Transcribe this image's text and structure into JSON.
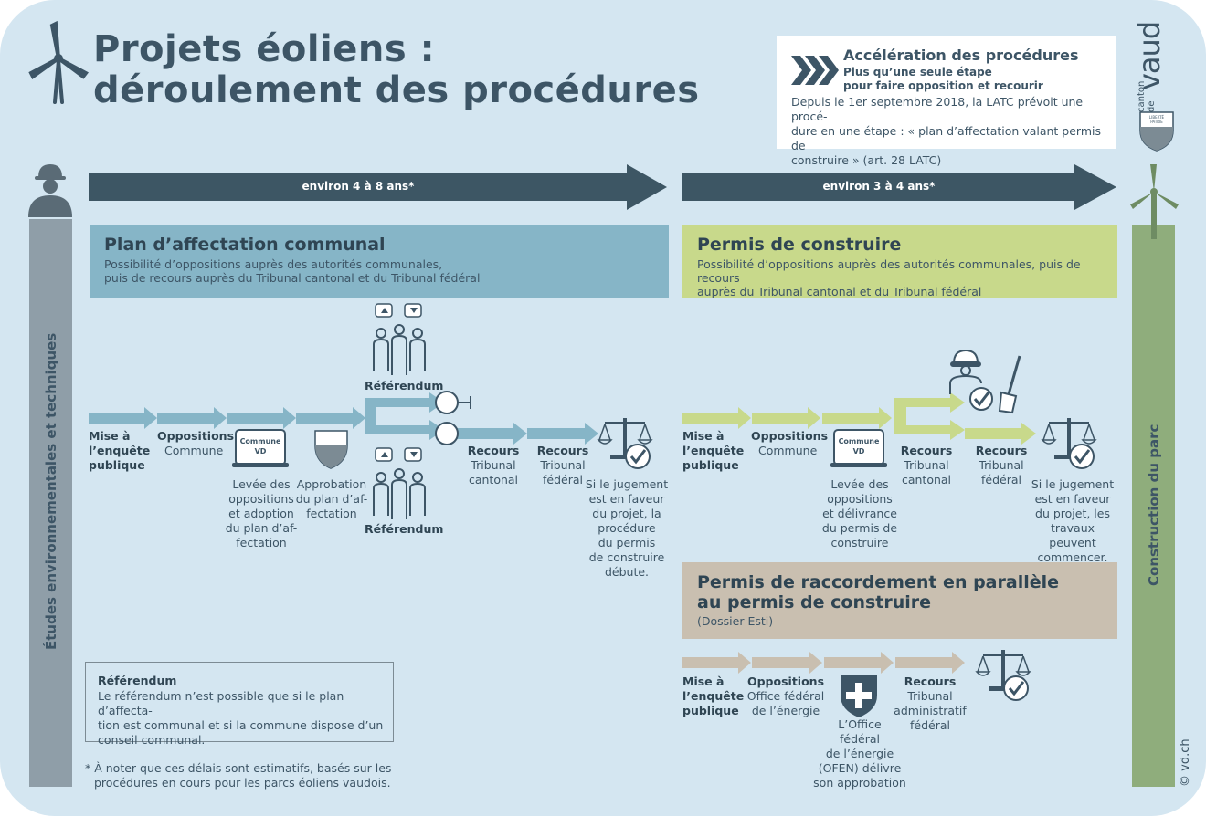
{
  "title": {
    "line1": "Projets éoliens :",
    "line2": "déroulement des procédures"
  },
  "accel": {
    "heading": "Accélération des procédures",
    "sub1": "Plus qu’une seule étape",
    "sub2": "pour faire opposition et recourir",
    "body1": "Depuis le 1er septembre 2018, la LATC prévoit une procé-",
    "body2": "dure en une étape : « plan d’affectation valant permis de",
    "body3": "construire » (art. 28 LATC)"
  },
  "brand": {
    "line1": "canton de",
    "line2": "vaud"
  },
  "timeline": {
    "left": "environ 4 à 8 ans*",
    "right": "environ 3 à 4 ans*"
  },
  "side": {
    "left": "Études environnementales et techniques",
    "right": "Construction du parc"
  },
  "plan": {
    "title": "Plan d’affectation communal",
    "desc1": "Possibilité d’oppositions auprès des autorités communales,",
    "desc2": "puis de recours auprès du Tribunal cantonal et du Tribunal fédéral"
  },
  "permis": {
    "title": "Permis de construire",
    "desc1": "Possibilité d’oppositions auprès des autorités communales, puis de recours",
    "desc2": "auprès du Tribunal cantonal et du Tribunal fédéral"
  },
  "raccord": {
    "title1": "Permis de raccordement en parallèle",
    "title2": "au permis de construire",
    "desc": "(Dossier Esti)"
  },
  "commune_icon": {
    "l1": "Commune",
    "l2": "VD"
  },
  "labels_plan": {
    "mise": [
      "Mise à",
      "l’enquête",
      "publique"
    ],
    "opp_b": "Oppositions",
    "opp": "Commune",
    "levee": [
      "Levée des",
      "oppositions",
      "et adoption",
      "du plan d’af-",
      "fectation"
    ],
    "appro": [
      "Approbation",
      "du plan d’af-",
      "fectation"
    ],
    "ref_top": "Référendum",
    "ref_bot": "Référendum",
    "rtc_b": "Recours",
    "rtc": [
      "Tribunal",
      "cantonal"
    ],
    "rtf_b": "Recours",
    "rtf": [
      "Tribunal",
      "fédéral"
    ],
    "juge": [
      "Si le jugement",
      "est en faveur",
      "du projet, la",
      "procédure",
      "du permis",
      "de construire",
      "débute."
    ]
  },
  "labels_permis": {
    "mise": [
      "Mise à",
      "l’enquête",
      "publique"
    ],
    "opp_b": "Oppositions",
    "opp": "Commune",
    "levee": [
      "Levée des",
      "oppositions",
      "et délivrance",
      "du permis de",
      "construire"
    ],
    "rtc_b": "Recours",
    "rtc": [
      "Tribunal",
      "cantonal"
    ],
    "rtf_b": "Recours",
    "rtf": [
      "Tribunal",
      "fédéral"
    ],
    "juge": [
      "Si le jugement",
      "est en faveur",
      "du projet, les",
      "travaux peuvent",
      "commencer."
    ]
  },
  "labels_raccord": {
    "mise": [
      "Mise à",
      "l’enquête",
      "publique"
    ],
    "opp_b": "Oppositions",
    "opp": [
      "Office fédéral",
      "de l’énergie"
    ],
    "ofen": [
      "L’Office",
      "fédéral",
      "de l’énergie",
      "(OFEN) délivre",
      "son approbation"
    ],
    "rec_b": "Recours",
    "rec": [
      "Tribunal",
      "administratif",
      "fédéral"
    ]
  },
  "note": {
    "heading": "Référendum",
    "l1": "Le référendum n’est possible que si le plan d’affecta-",
    "l2": "tion est communal et si la commune dispose d’un",
    "l3": "conseil communal."
  },
  "footnote": {
    "l1": "* À noter que ces délais sont estimatifs, basés sur les",
    "l2": "procédures en cours pour les parcs éoliens vaudois."
  },
  "shield_text": {
    "l1": "LIBERTÉ",
    "l2": "ET",
    "l3": "PATRIE"
  },
  "copyright": "© vd.ch",
  "colors": {
    "background": "#d4e6f1",
    "dark": "#3d5664",
    "plan": "#86b5c7",
    "permis": "#c8d98b",
    "raccord": "#c9bfb0",
    "construction": "#8fad7c",
    "studies": "#8f9ea8"
  }
}
